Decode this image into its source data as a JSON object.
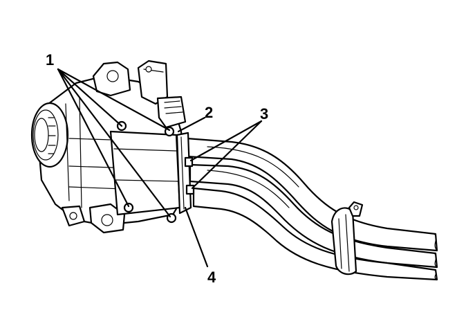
{
  "figure": {
    "callouts": [
      {
        "id": "1",
        "label": "1"
      },
      {
        "id": "2",
        "label": "2"
      },
      {
        "id": "3",
        "label": "3"
      },
      {
        "id": "4",
        "label": "4"
      }
    ],
    "colors": {
      "stroke": "#000000",
      "background": "#ffffff"
    }
  }
}
